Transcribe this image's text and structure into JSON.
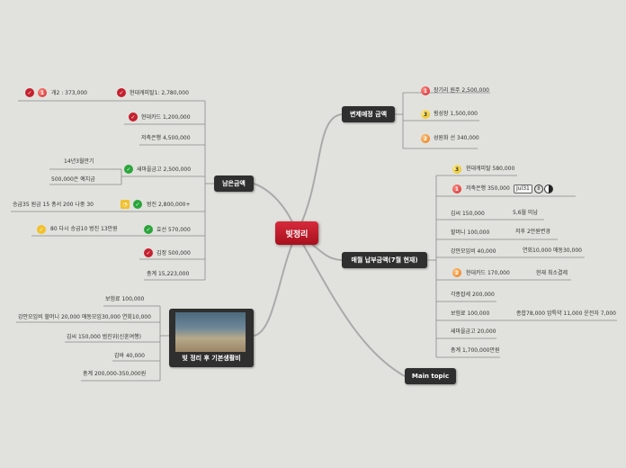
{
  "central": "빚정리",
  "topics": {
    "repay": "변제예정 금액",
    "remaining": "남은금액",
    "monthly": "매월 납부금액(7월 현재)",
    "after": "빚 정리 후 기본생활비",
    "main": "Main topic"
  },
  "repay_items": [
    {
      "text": "장기리 원주 2,500,000",
      "priority": "1"
    },
    {
      "text": "횡성장 1,500,000",
      "priority": "3"
    },
    {
      "text": "성원화 선 340,000",
      "priority": "2"
    }
  ],
  "remaining_items": {
    "r1": "현대캐피탈1: 2,780,000",
    "r1_sub": "개2 : 373,000",
    "r1_sub_priority": "1",
    "r2": "현대카드 1,200,000",
    "r3": "저축은행 4,500,000",
    "r4": "새마을금고 2,500,000",
    "r4_sub1": "14년3월만기",
    "r4_sub2": "500,000은 예치금",
    "r5": "벙진 2,800,000+",
    "r5_sub": "승급35 원금 15 총서 200 나중 30",
    "r6": "효선 570,000",
    "r6_sub": "80 다시 승급10 벙진 13만원",
    "r7": "김정 500,000",
    "r8": "총계 15,223,000"
  },
  "monthly_items": {
    "m1": "현대캐피탈 580,000",
    "m1_priority": "3",
    "m2": "저축은행 350,000",
    "m2_priority": "1",
    "m2_date": "Jul31",
    "m2_circle": "8",
    "m3": "김씨 150,000",
    "m3_note": "5,6월 미납",
    "m4": "할머니 100,000",
    "m4_note": "저후 2만원변경",
    "m5": "강안모임비 40,000",
    "m5_note": "연회10,000 애동30,000",
    "m6": "현대카드 170,000",
    "m6_priority": "2",
    "m6_note": "현재 최소결제",
    "m7": "각종잡세 200,000",
    "m8": "보험료 100,000",
    "m8_note": "종합78,000 암특약 11,000 운전자 7,000",
    "m9": "새마을금고 20,000",
    "m10": "총계 1,700,000만원"
  },
  "after_items": [
    "보험료 100,000",
    "강안모임비 할머니 20,000 애동모임30,000 연회10,000",
    "김씨 150,000 범진위(신혼여행)",
    "갑바 40,000",
    "총계 200,000-350,000원"
  ]
}
